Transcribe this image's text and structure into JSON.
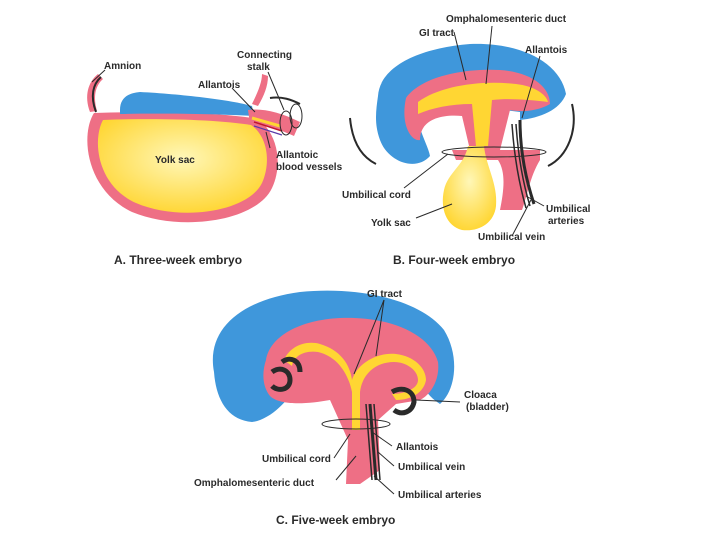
{
  "colors": {
    "ectoderm": "#3f97db",
    "mesoderm": "#ee6f85",
    "endoderm": "#ffd633",
    "yolk_highlight": "#fff7b8",
    "artery": "#c2162f",
    "vein": "#5a3aa8",
    "line": "#2a2a2a"
  },
  "panel_a": {
    "caption": "A. Three-week embryo",
    "labels": {
      "amnion": "Amnion",
      "connecting_stalk_1": "Connecting",
      "connecting_stalk_2": "stalk",
      "allantois": "Allantois",
      "yolk_sac": "Yolk sac",
      "allantoic_vessels_1": "Allantoic",
      "allantoic_vessels_2": "blood vessels"
    }
  },
  "panel_b": {
    "caption": "B. Four-week embryo",
    "labels": {
      "omphalomesenteric_duct": "Omphalomesenteric duct",
      "gi_tract": "GI tract",
      "allantois": "Allantois",
      "umbilical_cord": "Umbilical cord",
      "yolk_sac": "Yolk sac",
      "umbilical_arteries_1": "Umbilical",
      "umbilical_arteries_2": "arteries",
      "umbilical_vein": "Umbilical vein"
    }
  },
  "panel_c": {
    "caption": "C. Five-week embryo",
    "labels": {
      "gi_tract": "GI tract",
      "cloaca_1": "Cloaca",
      "cloaca_2": "(bladder)",
      "allantois": "Allantois",
      "umbilical_cord": "Umbilical cord",
      "umbilical_vein": "Umbilical vein",
      "omphalomesenteric_duct": "Omphalomesenteric duct",
      "umbilical_arteries": "Umbilical arteries"
    }
  }
}
